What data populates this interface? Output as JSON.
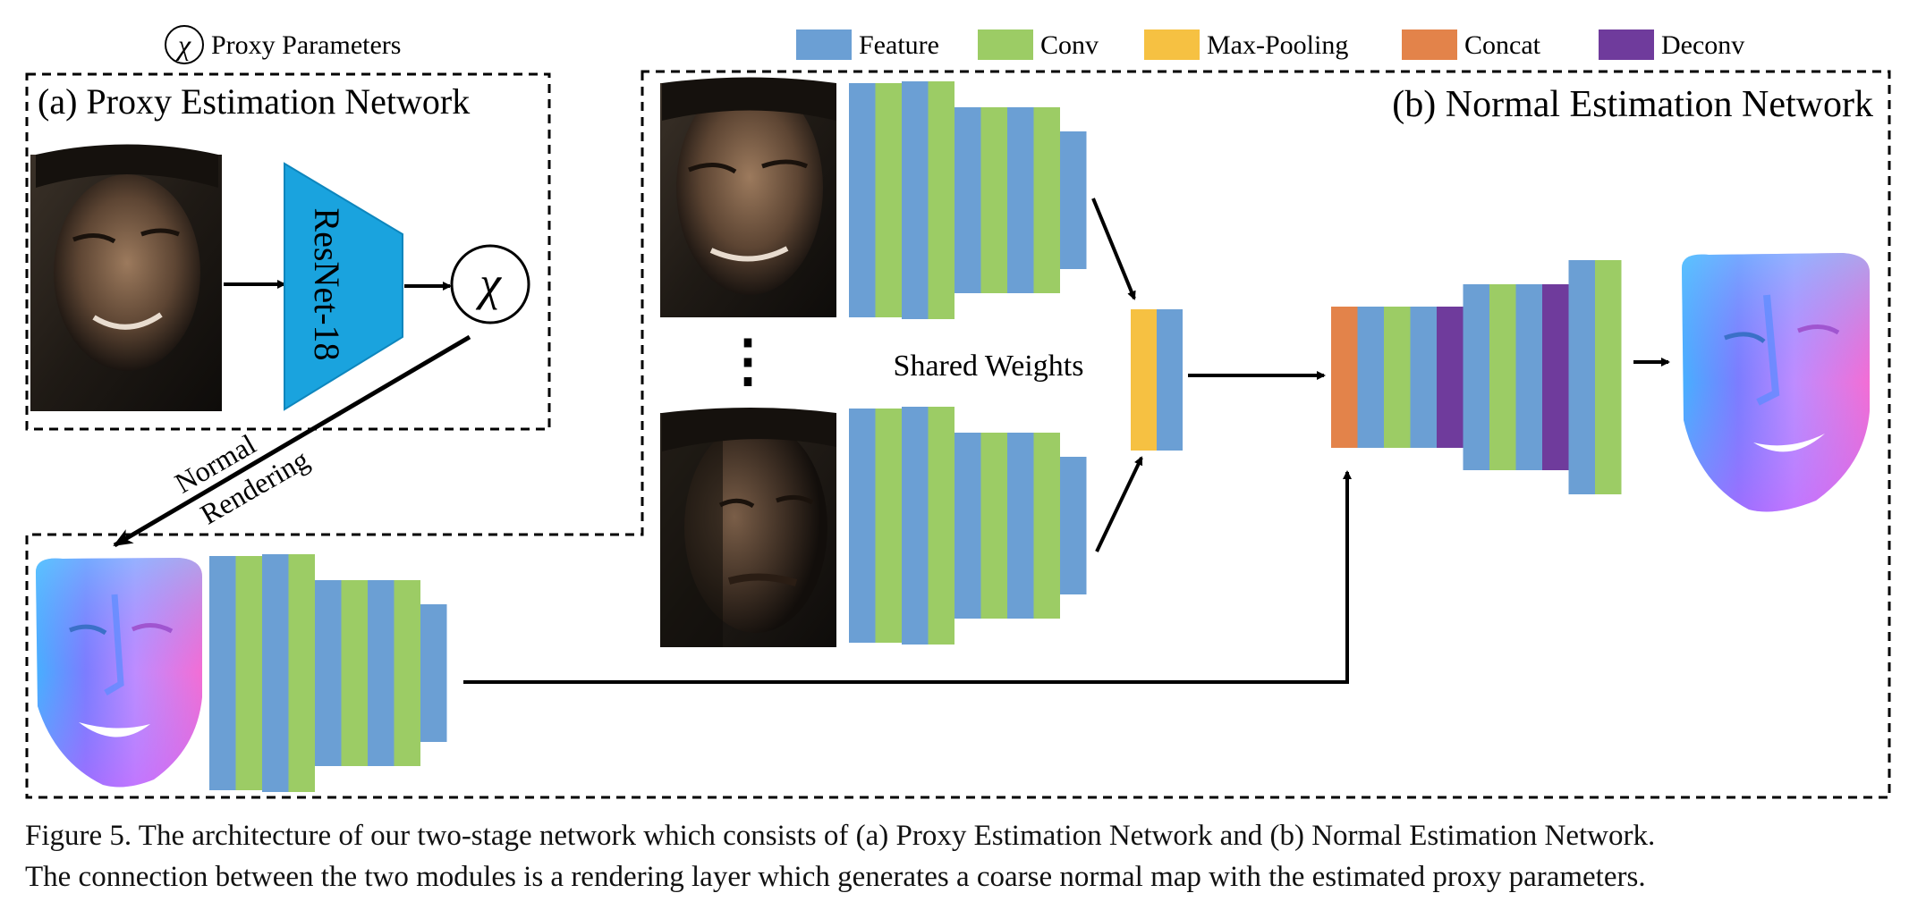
{
  "legend": {
    "proxy_symbol": "χ",
    "proxy_label": "Proxy Parameters",
    "items": [
      {
        "label": "Feature",
        "color": "#6b9fd4"
      },
      {
        "label": "Conv",
        "color": "#9ccc65"
      },
      {
        "label": "Max-Pooling",
        "color": "#f6c142"
      },
      {
        "label": "Concat",
        "color": "#e3834a"
      },
      {
        "label": "Deconv",
        "color": "#6f3b9c"
      }
    ]
  },
  "panel_a": {
    "title": "(a) Proxy Estimation Network",
    "resnet_label": "ResNet-18",
    "chi_symbol": "χ",
    "edge_label_line1": "Normal",
    "edge_label_line2": "Rendering"
  },
  "panel_b": {
    "title": "(b) Normal Estimation Network",
    "shared_weights": "Shared Weights",
    "ellipsis": "⋮"
  },
  "caption": {
    "line1": "Figure 5. The architecture of our two-stage network which consists of (a) Proxy Estimation Network and (b) Normal Estimation Network.",
    "line2": "The connection between the two modules is a rendering layer which generates a coarse normal map with the estimated proxy parameters."
  },
  "colors": {
    "feature": "#6b9fd4",
    "conv": "#9ccc65",
    "maxpool": "#f6c142",
    "concat": "#e3834a",
    "deconv": "#6f3b9c",
    "resnet": "#1aa3de"
  }
}
